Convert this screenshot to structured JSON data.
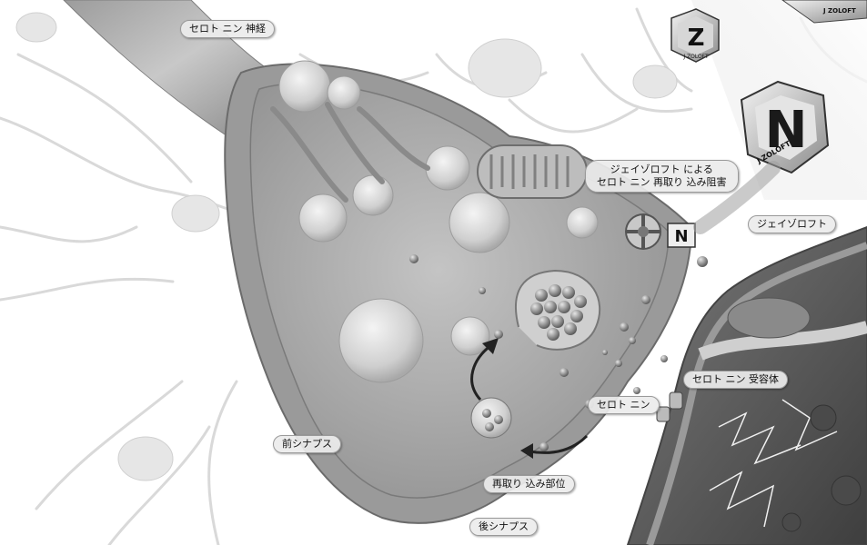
{
  "labels": {
    "serotonin_neuron": "セロト ニン 神経",
    "zoloft_inhibition_line1": "ジェイゾロフト による",
    "zoloft_inhibition_line2": "セロト ニン 再取り 込み阻害",
    "zoloft": "ジェイゾロフト",
    "serotonin_receptor": "セロト ニン 受容体",
    "serotonin": "セロト ニン",
    "presynapse": "前シナプス",
    "reuptake_site": "再取り 込み部位",
    "postsynapse": "後シナプス"
  },
  "pills": [
    {
      "letter": "Z",
      "brand": "J ZOLOFT"
    },
    {
      "letter": "N",
      "brand": "J ZOLOFT"
    },
    {
      "letter": "",
      "brand": "J ZOLOFT"
    }
  ],
  "colors": {
    "background": "#ffffff",
    "membrane": "#8a8a8a",
    "cytoplasm": "#b5b5b5",
    "vesicle": "#d8d8d8",
    "postsynapse": "#5a5a5a"
  }
}
